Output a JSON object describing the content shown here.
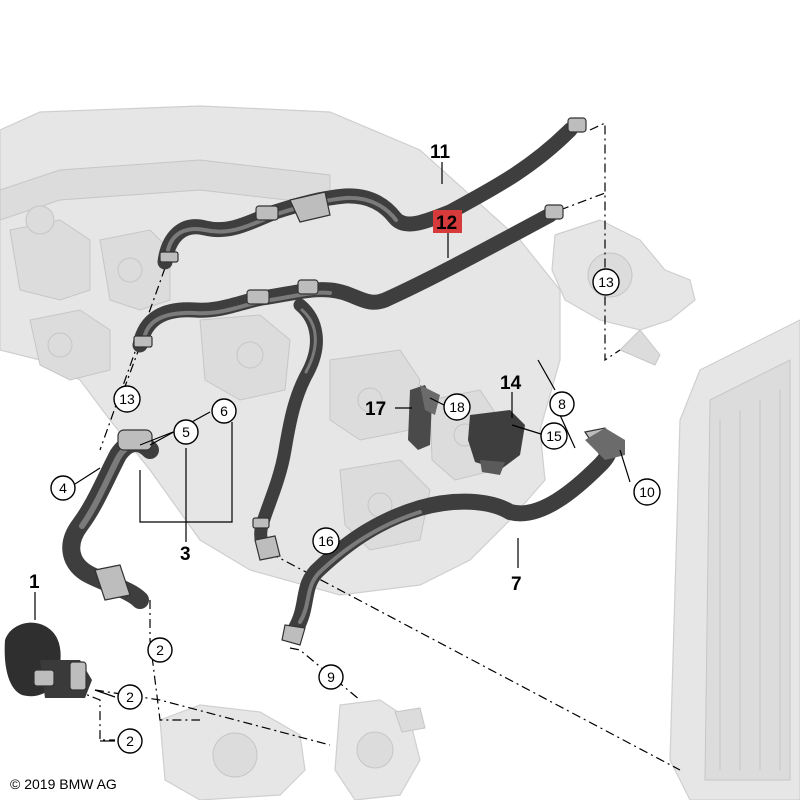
{
  "labels": {
    "l1": "1",
    "l2a": "2",
    "l2b": "2",
    "l2c": "2",
    "l3": "3",
    "l4": "4",
    "l5": "5",
    "l6": "6",
    "l7": "7",
    "l8": "8",
    "l9": "9",
    "l10": "10",
    "l11": "11",
    "l12": "12",
    "l13a": "13",
    "l13b": "13",
    "l14": "14",
    "l15": "15",
    "l16": "16",
    "l17": "17",
    "l18": "18"
  },
  "copyright": "© 2019 BMW AG",
  "colors": {
    "highlight": "#d63a3a",
    "hose": "#3e3e3e",
    "ghost": "#e6e6e6"
  }
}
